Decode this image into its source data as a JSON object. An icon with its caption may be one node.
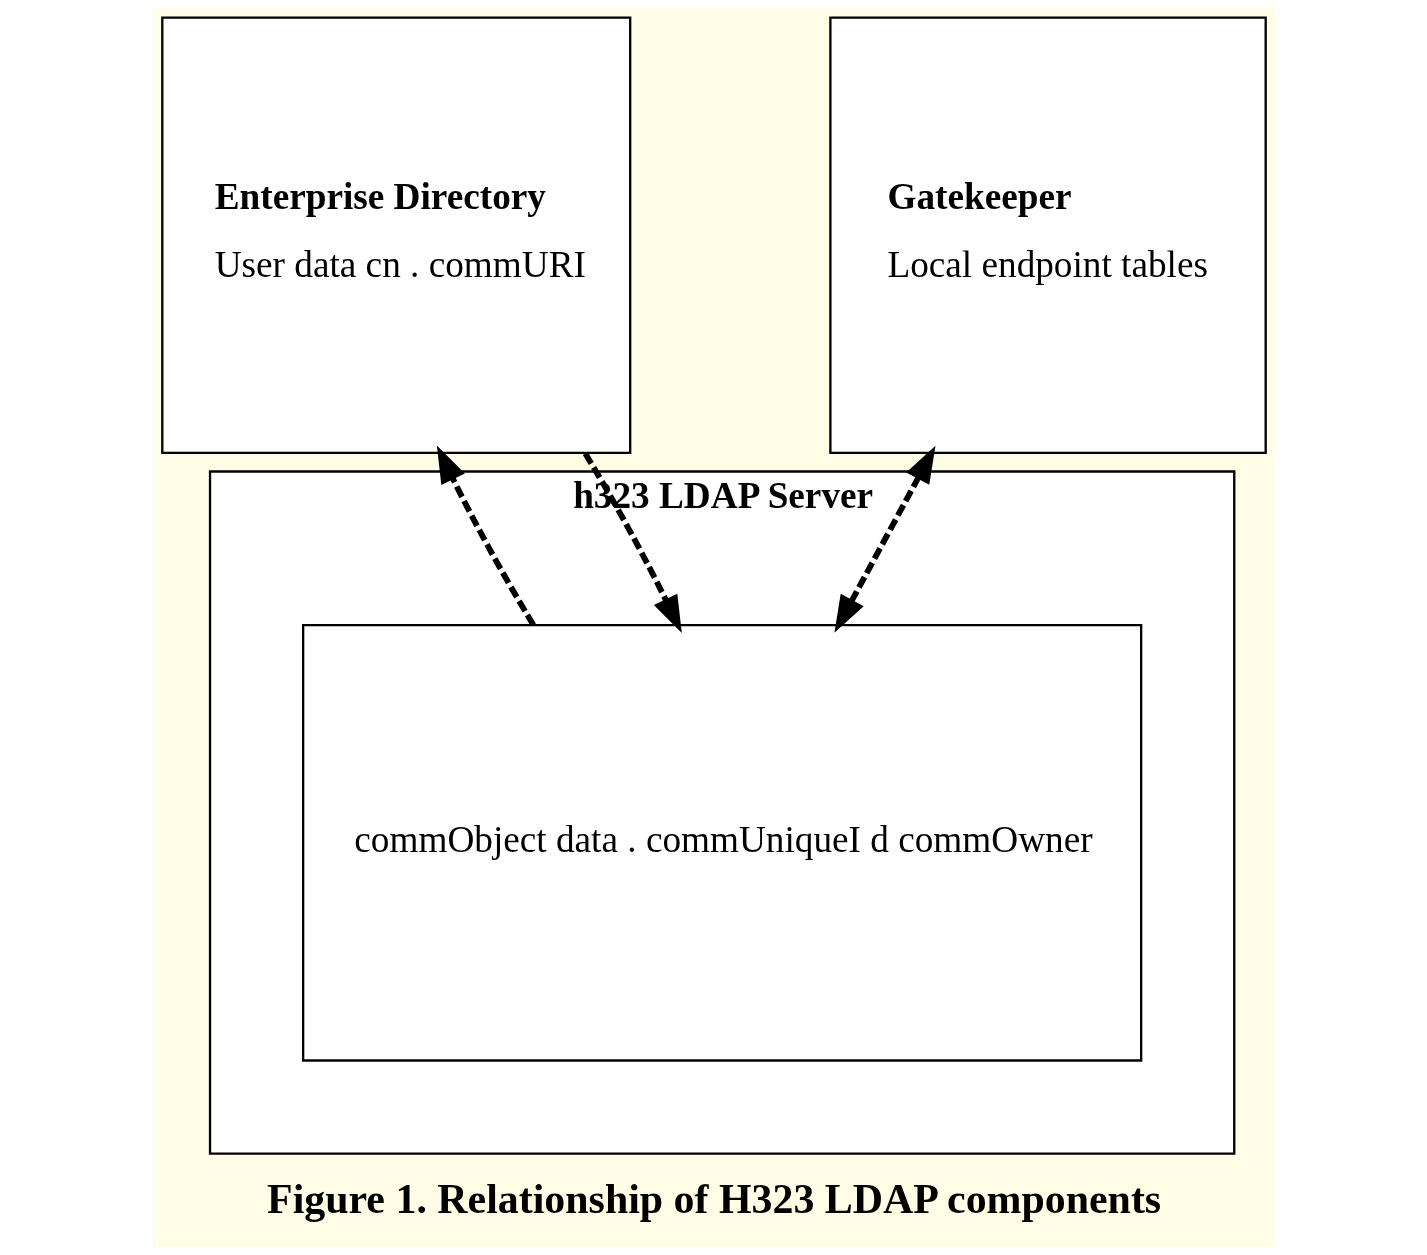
{
  "diagram": {
    "caption": "Figure 1. Relationship of H323 LDAP components",
    "nodes": [
      {
        "text": [
          "Enterprise Directory",
          "User data cn . commURI"
        ]
      },
      {
        "text": [
          "Gatekeeper",
          "Local endpoint tables"
        ]
      },
      {
        "text": [
          "h323 LDAP Server"
        ]
      },
      {
        "text": [
          "commObject data . commUniqueI d commOwner"
        ],
        "in": 2
      }
    ],
    "edges": [
      {
        "from": 3,
        "to": 0,
        "arrow": "to",
        "style": "dashed"
      },
      {
        "from": 0,
        "to": 3,
        "arrow": "to",
        "style": "dashed"
      },
      {
        "from": 1,
        "to": 3,
        "arrow": "both",
        "style": "dashed"
      }
    ]
  }
}
